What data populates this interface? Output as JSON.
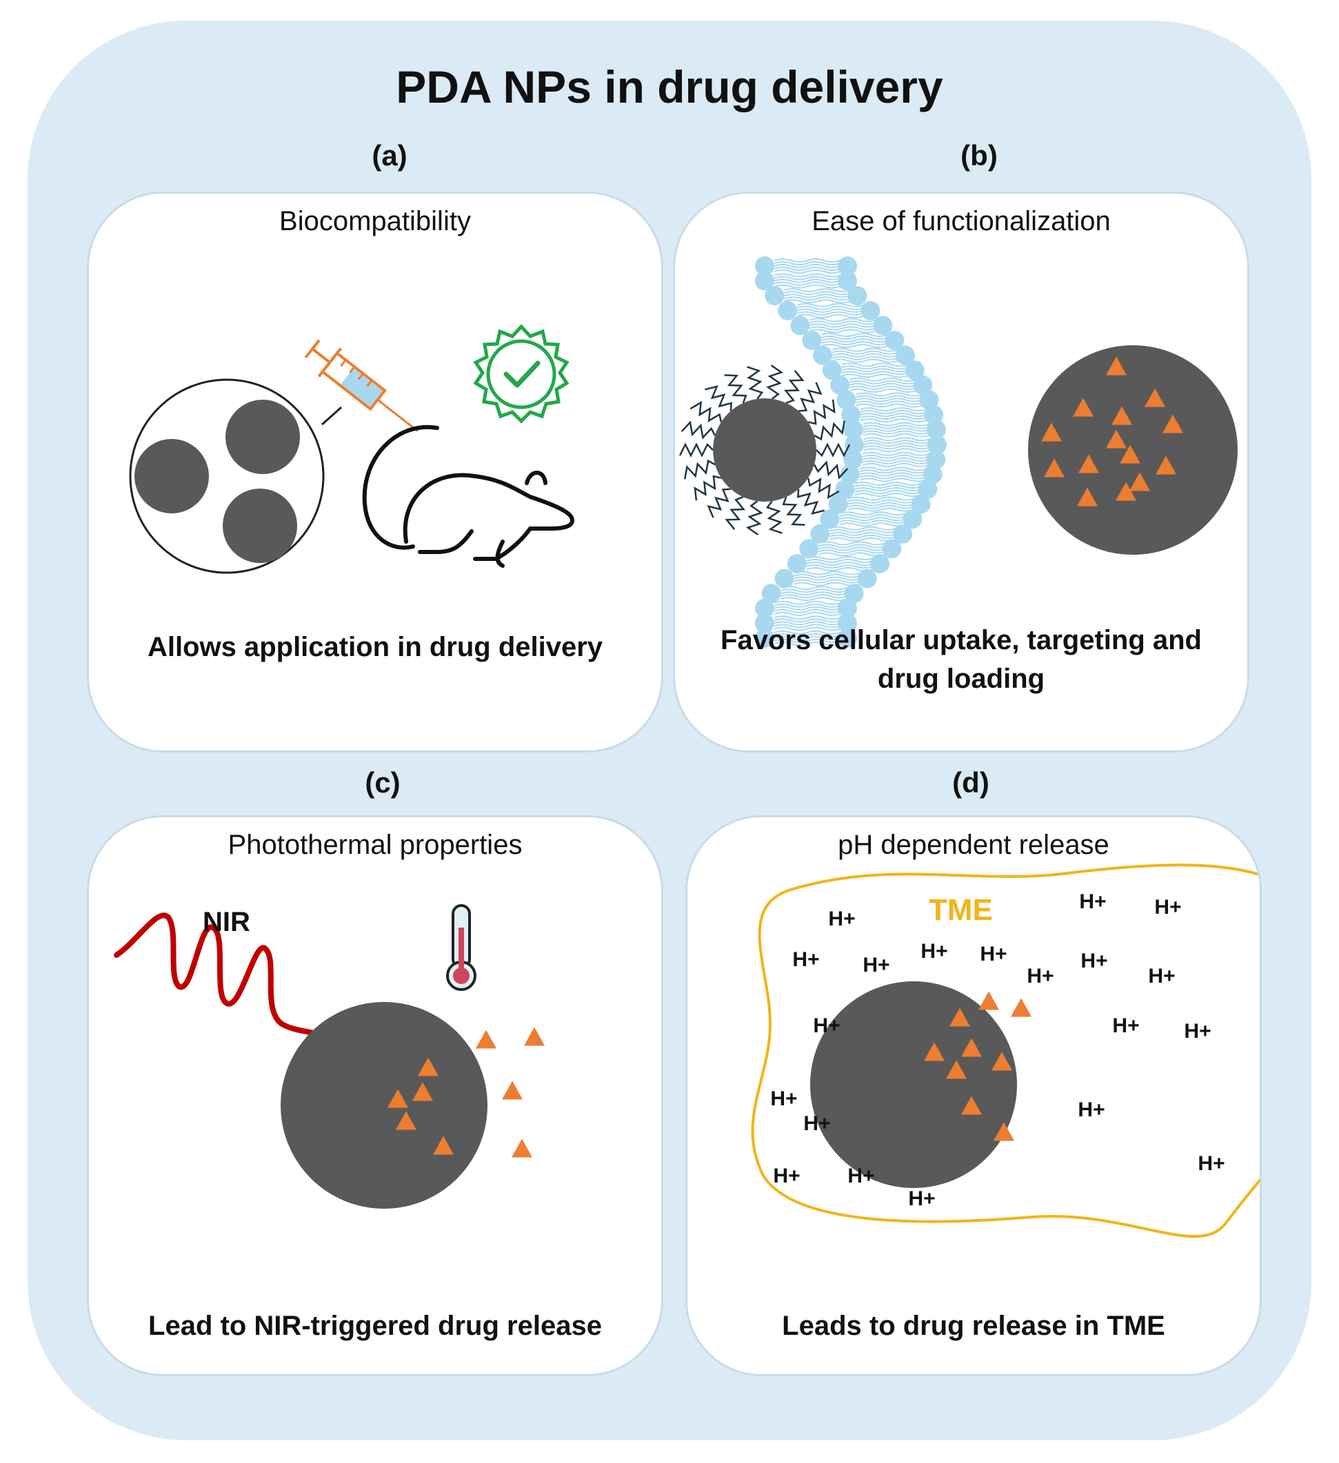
{
  "title": "PDA NPs in drug delivery",
  "colors": {
    "background": "#daebf6",
    "particle": "#595959",
    "drug": "#ed7d31",
    "lipid": "#a8d8f0",
    "nir_wave": "#c00000",
    "tme_border": "#f2b418",
    "check_badge": "#22a84a"
  },
  "panels": {
    "a": {
      "label": "(a)",
      "title": "Biocompatibility",
      "caption": "Allows application in drug delivery"
    },
    "b": {
      "label": "(b)",
      "title": "Ease of functionalization",
      "caption": "Favors cellular uptake, targeting and drug loading"
    },
    "c": {
      "label": "(c)",
      "title": "Photothermal properties",
      "caption": "Lead to NIR-triggered drug release",
      "wave_label": "NIR"
    },
    "d": {
      "label": "(d)",
      "title": "pH dependent release",
      "caption": "Leads to drug release in TME",
      "region_label": "TME",
      "ion_label": "H+"
    }
  },
  "icons": [
    "syringe-icon",
    "mouse-icon",
    "check-badge-icon",
    "thermometer-icon"
  ]
}
